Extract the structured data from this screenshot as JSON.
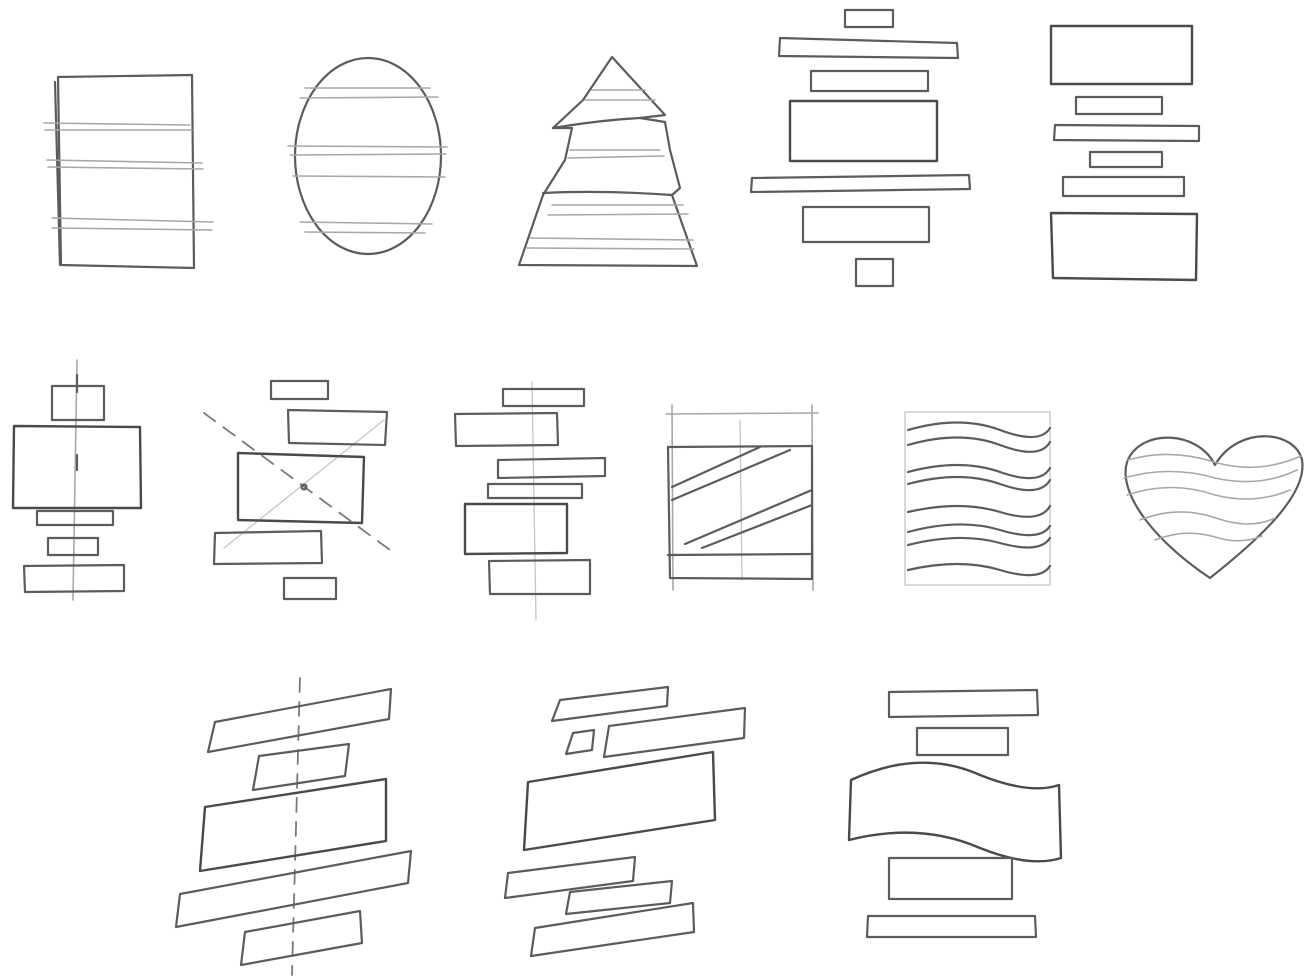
{
  "sheet": {
    "kind": "pencil-sketch",
    "stroke_color": "#5c5c5c",
    "guide_color": "#a8a8a8",
    "background": "#ffffff"
  },
  "thumbnails": [
    {
      "name": "rectangle-with-bands",
      "row": 1
    },
    {
      "name": "oval-with-bands",
      "row": 1
    },
    {
      "name": "tree-with-bands",
      "row": 1
    },
    {
      "name": "stacked-centered-blocks",
      "row": 1
    },
    {
      "name": "framed-stacked-blocks",
      "row": 1
    },
    {
      "name": "axis-stacked-blocks",
      "row": 2
    },
    {
      "name": "diagonal-crossed-blocks",
      "row": 2
    },
    {
      "name": "offset-stacked-blocks",
      "row": 2
    },
    {
      "name": "diagonal-slashed-frame",
      "row": 2
    },
    {
      "name": "wavy-lined-frame",
      "row": 2
    },
    {
      "name": "heart-with-bands",
      "row": 2
    },
    {
      "name": "skewed-stacked-blocks",
      "row": 3
    },
    {
      "name": "skewed-offset-blocks",
      "row": 3
    },
    {
      "name": "wave-banner-blocks",
      "row": 3
    }
  ]
}
